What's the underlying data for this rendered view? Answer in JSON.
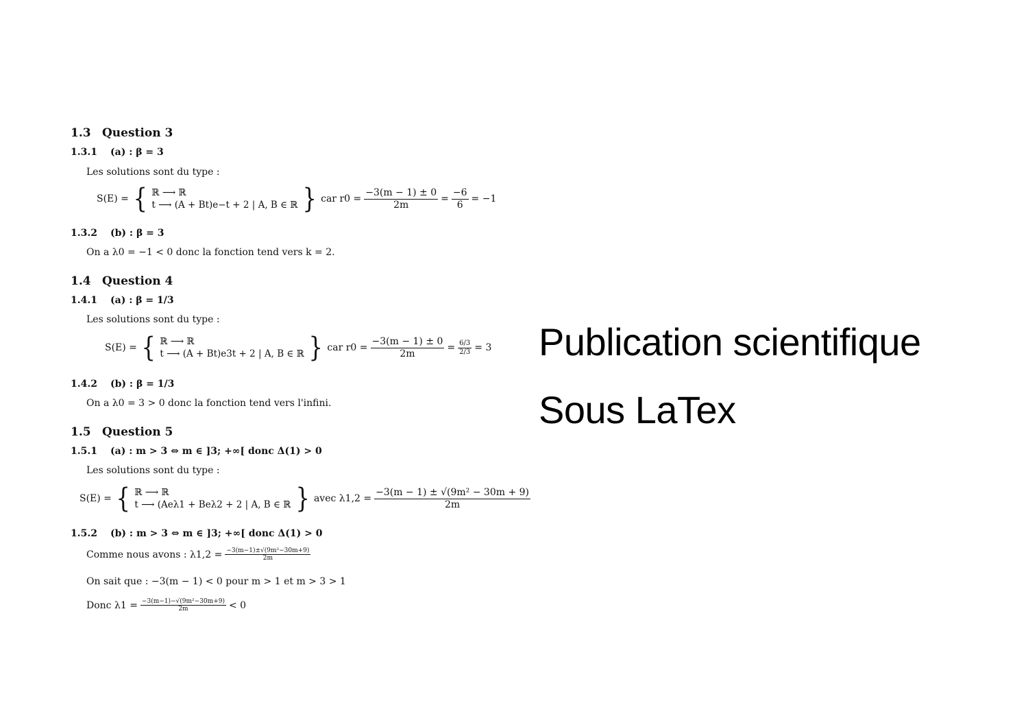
{
  "doc": {
    "s13_num": "1.3",
    "s13_title": "Question 3",
    "s131_num": "1.3.1",
    "s131_title": "(a) : β = 3",
    "intro1": "Les solutions sont du type :",
    "eq1_lhs": "S(E) =",
    "eq1_row1": "ℝ ⟶ ℝ",
    "eq1_row2": "t ⟶ (A + Bt)e−t + 2 | A, B ∈ ℝ",
    "eq1_car": "car r0 =",
    "eq1_num": "−3(m − 1) ± 0",
    "eq1_den": "2m",
    "eq1_eq": "=",
    "eq1_num2": "−6",
    "eq1_den2": "6",
    "eq1_end": "= −1",
    "s132_num": "1.3.2",
    "s132_title": "(b) : β = 3",
    "line132": "On a λ0 = −1 < 0 donc la fonction tend vers k = 2.",
    "s14_num": "1.4",
    "s14_title": "Question 4",
    "s141_num": "1.4.1",
    "s141_title": "(a) : β = 1/3",
    "intro2": "Les solutions sont du type :",
    "eq2_lhs": "S(E) =",
    "eq2_row1": "ℝ ⟶ ℝ",
    "eq2_row2": "t ⟶ (A + Bt)e3t + 2 | A, B ∈ ℝ",
    "eq2_car": "car r0 =",
    "eq2_num": "−3(m − 1) ± 0",
    "eq2_den": "2m",
    "eq2_eq": "=",
    "eq2_num2": "6/3",
    "eq2_den2": "2/3",
    "eq2_end": "= 3",
    "s142_num": "1.4.2",
    "s142_title": "(b) : β = 1/3",
    "line142": "On a λ0 = 3 > 0 donc la fonction tend vers l'infini.",
    "s15_num": "1.5",
    "s15_title": "Question 5",
    "s151_num": "1.5.1",
    "s151_title": "(a) : m > 3 ⇔ m ∈ ]3; +∞[ donc Δ(1) > 0",
    "intro3": "Les solutions sont du type :",
    "eq3_lhs": "S(E) =",
    "eq3_row1": "ℝ ⟶ ℝ",
    "eq3_row2": "t ⟶ (Aeλ1 + Beλ2 + 2 | A, B ∈ ℝ",
    "eq3_avec": "avec λ1,2 =",
    "eq3_num": "−3(m − 1) ± √(9m² − 30m + 9)",
    "eq3_den": "2m",
    "s152_num": "1.5.2",
    "s152_title": "(b) : m > 3 ⇔ m ∈ ]3; +∞[ donc Δ(1) > 0",
    "line_a_pre": "Comme nous avons : λ1,2 =",
    "line_a_num": "−3(m−1)±√(9m²−30m+9)",
    "line_a_den": "2m",
    "line_b": "On sait que : −3(m − 1) < 0 pour m > 1 et m > 3 > 1",
    "line_c_pre": "Donc λ1 =",
    "line_c_num": "−3(m−1)−√(9m²−30m+9)",
    "line_c_den": "2m",
    "line_c_end": "< 0"
  },
  "caption": {
    "line1": "Publication scientifique",
    "line2": "Sous LaTex"
  }
}
